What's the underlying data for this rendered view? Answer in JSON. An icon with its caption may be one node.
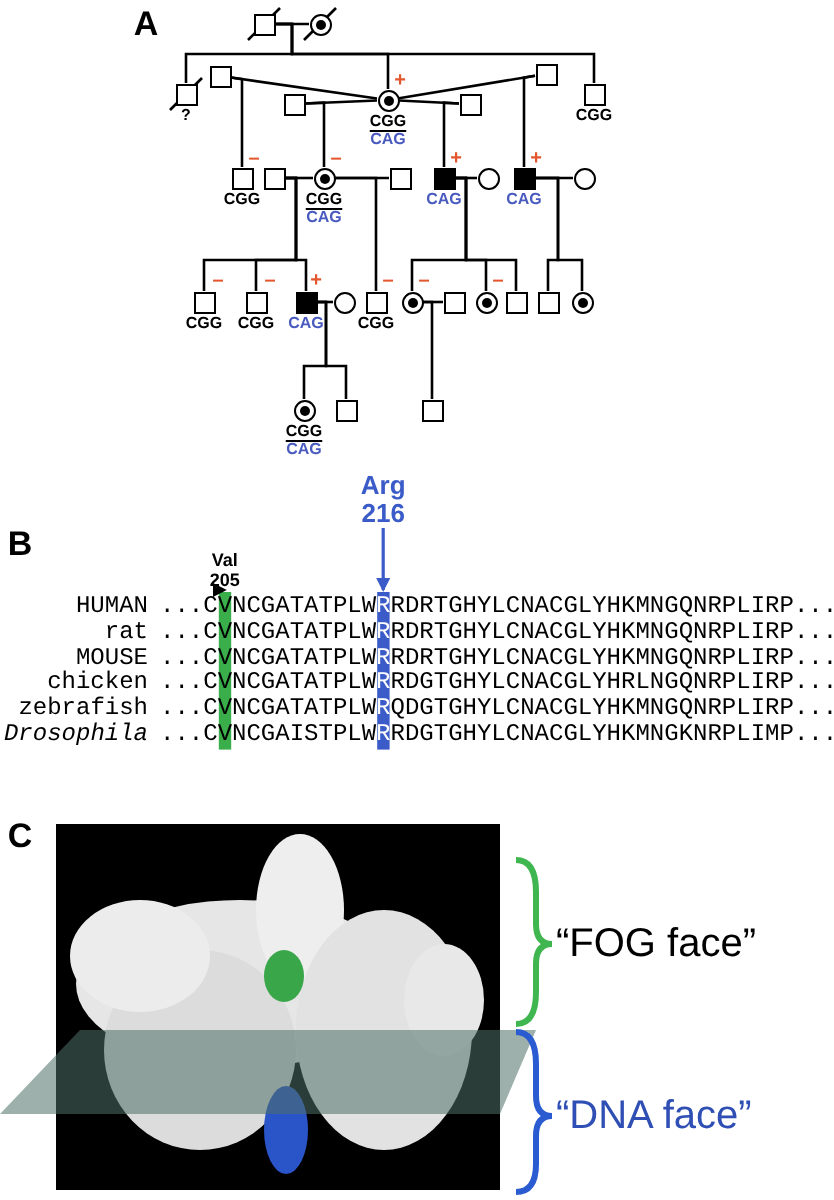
{
  "diagram": {
    "nodes": [
      {
        "text": [],
        "shape": "crossed-box"
      },
      {
        "text": [],
        "shape": "crossed-dotted-circle"
      },
      {
        "text": [],
        "shape": "crossed-box",
        "beside": [
          "?"
        ]
      },
      {
        "text": [],
        "shape": "box"
      },
      {
        "text": [],
        "shape": "dotted-circle",
        "beside": [
          "CGG",
          "CAG"
        ]
      },
      {
        "text": [],
        "shape": "box"
      },
      {
        "text": [],
        "shape": "box"
      },
      {
        "text": [],
        "shape": "box"
      },
      {
        "text": [],
        "shape": "box",
        "beside": [
          "CGG"
        ]
      },
      {
        "text": [],
        "shape": "box",
        "beside": [
          "CGG"
        ]
      },
      {
        "text": [],
        "shape": "box"
      },
      {
        "text": [],
        "shape": "dotted-circle",
        "beside": [
          "CGG",
          "CAG"
        ]
      },
      {
        "text": [],
        "shape": "box"
      },
      {
        "text": [],
        "shape": "filled-box",
        "beside": [
          "CAG"
        ]
      },
      {
        "text": [],
        "shape": "circle"
      },
      {
        "text": [],
        "shape": "filled-box",
        "beside": [
          "CAG"
        ]
      },
      {
        "text": [],
        "shape": "circle"
      },
      {
        "text": [],
        "shape": "box",
        "beside": [
          "CGG"
        ]
      },
      {
        "text": [],
        "shape": "box",
        "beside": [
          "CGG"
        ]
      },
      {
        "text": [],
        "shape": "filled-box",
        "beside": [
          "CAG"
        ]
      },
      {
        "text": [],
        "shape": "circle"
      },
      {
        "text": [],
        "shape": "box",
        "beside": [
          "CGG"
        ]
      },
      {
        "text": [],
        "shape": "dotted-circle"
      },
      {
        "text": [],
        "shape": "box"
      },
      {
        "text": [],
        "shape": "dotted-circle"
      },
      {
        "text": [],
        "shape": "box"
      },
      {
        "text": [],
        "shape": "box"
      },
      {
        "text": [],
        "shape": "dotted-circle"
      },
      {
        "text": [],
        "shape": "dotted-circle",
        "beside": [
          "CGG",
          "CAG"
        ]
      },
      {
        "text": [],
        "shape": "box"
      },
      {
        "text": [],
        "shape": "box"
      },
      {
        "text": [
          "Val 205"
        ]
      },
      {
        "text": [
          "Arg 216"
        ]
      },
      {
        "text": [],
        "shape": "bar"
      },
      {
        "text": [],
        "shape": "bar"
      }
    ],
    "edges": [
      {
        "from": 0,
        "to": 1,
        "arrow": "none"
      },
      {
        "from": 4,
        "to": 3,
        "arrow": "none"
      },
      {
        "from": 4,
        "to": 5,
        "arrow": "none"
      },
      {
        "from": 4,
        "to": 6,
        "arrow": "none"
      },
      {
        "from": 4,
        "to": 7,
        "arrow": "none"
      },
      {
        "from": 10,
        "to": 11,
        "arrow": "none"
      },
      {
        "from": 11,
        "to": 12,
        "arrow": "none"
      },
      {
        "from": 13,
        "to": 14,
        "arrow": "none"
      },
      {
        "from": 15,
        "to": 16,
        "arrow": "none"
      },
      {
        "from": 19,
        "to": 20,
        "arrow": "none"
      },
      {
        "from": 22,
        "to": 23,
        "arrow": "none"
      },
      {
        "from": 0,
        "to": 2,
        "arrow": "none"
      },
      {
        "from": 0,
        "to": 4,
        "arrow": "none"
      },
      {
        "from": 0,
        "to": 8,
        "arrow": "none"
      },
      {
        "from": 3,
        "to": 9,
        "arrow": "none"
      },
      {
        "from": 5,
        "to": 11,
        "arrow": "none"
      },
      {
        "from": 6,
        "to": 13,
        "arrow": "none"
      },
      {
        "from": 7,
        "to": 15,
        "arrow": "none"
      },
      {
        "from": 10,
        "to": 17,
        "arrow": "none"
      },
      {
        "from": 10,
        "to": 18,
        "arrow": "none"
      },
      {
        "from": 10,
        "to": 19,
        "arrow": "none"
      },
      {
        "from": 11,
        "to": 21,
        "arrow": "none"
      },
      {
        "from": 13,
        "to": 22,
        "arrow": "none"
      },
      {
        "from": 13,
        "to": 24,
        "arrow": "none"
      },
      {
        "from": 13,
        "to": 25,
        "arrow": "none"
      },
      {
        "from": 15,
        "to": 26,
        "arrow": "none"
      },
      {
        "from": 15,
        "to": 27,
        "arrow": "none"
      },
      {
        "from": 19,
        "to": 28,
        "arrow": "none"
      },
      {
        "from": 19,
        "to": 29,
        "arrow": "none"
      },
      {
        "from": 22,
        "to": 30,
        "arrow": "none"
      },
      {
        "from": 31,
        "to": 33,
        "arrow": "to"
      },
      {
        "from": 32,
        "to": 34,
        "arrow": "to",
        "color": "#3a5bc8"
      }
    ],
    "labels": [
      "A",
      "+",
      "–",
      "–",
      "+",
      "+",
      "–",
      "–",
      "+",
      "–",
      "–",
      "–",
      "B",
      "HUMAN",
      "...CVNCGATATPLWRRDRTGHYLCNACGLYHKMNGQNRPLIRP...",
      "rat",
      "...CVNCGATATPLWRRDRTGHYLCNACGLYHKMNGQNRPLIRP...",
      "MOUSE",
      "...CVNCGATATPLWRRDRTGHYLCNACGLYHKMNGQNRPLIRP...",
      "chicken",
      "...CVNCGATATPLWRRDGTGHYLCNACGLYHRLNGQNRPLIRP...",
      "zebrafish",
      "...CVNCGATATPLWRQDGTGHYLCNACGLYHKMNGQNRPLIRP...",
      "Drosophila",
      "...CVNCGAISTPLWRRDGTGHYLCNACGLYHKMNGKNRPLIMP...",
      "C",
      "“FOG face”",
      "“DNA face”"
    ]
  }
}
